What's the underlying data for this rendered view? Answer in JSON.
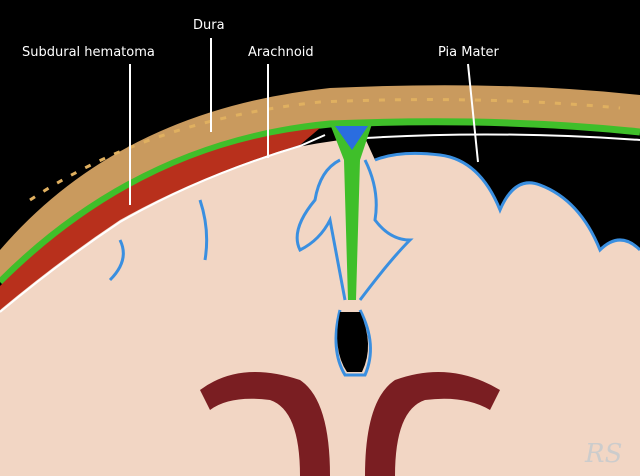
{
  "labels": {
    "subdural": "Subdural hematoma",
    "dura": "Dura",
    "arachnoid": "Arachnoid",
    "pia": "Pia Mater"
  },
  "signature": "RS",
  "colors": {
    "skull": "#c99a5e",
    "dura": "#3fbf2a",
    "hematoma": "#b8301c",
    "brain": "#f2d6c4",
    "pia": "#3a8fe0",
    "ventricle": "#7a1e22"
  }
}
